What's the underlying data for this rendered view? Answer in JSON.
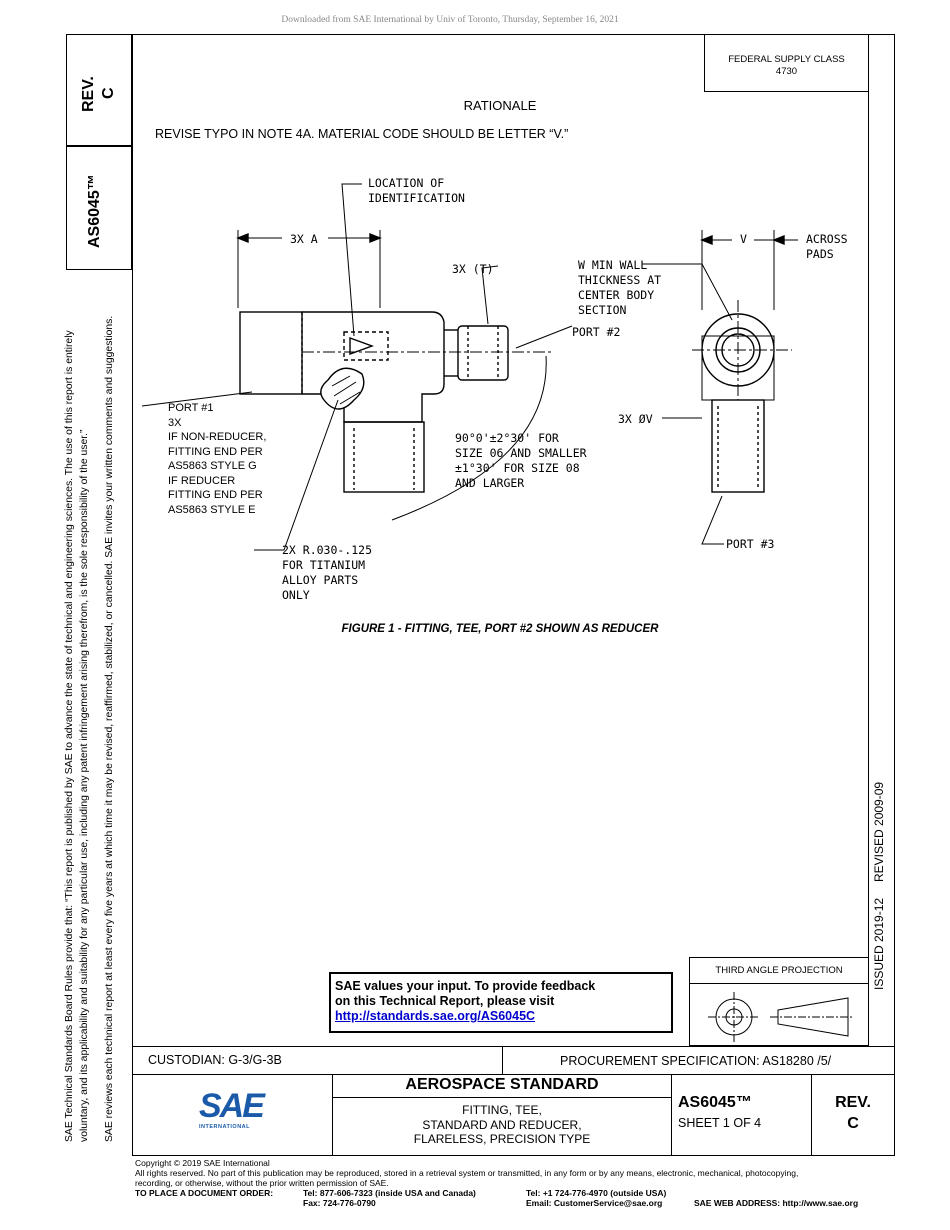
{
  "download_notice": "Downloaded from SAE International by Univ of Toronto, Thursday, September 16, 2021",
  "left_margin": {
    "rev_label": "REV.",
    "rev_value": "C",
    "doc_number": "AS6045™",
    "legal_line1": "SAE Technical Standards Board Rules provide that: “This report is published by SAE to advance the state of technical and engineering sciences. The use of this report is entirely",
    "legal_line2": "voluntary, and its applicability and suitability for any particular use, including any patent infringement arising therefrom, is the sole responsibility of the user.”",
    "legal_line3": "SAE reviews each technical report at least every five years at which time it may be revised, reaffirmed, stabilized, or cancelled. SAE invites your written comments and suggestions."
  },
  "header": {
    "federal_supply_class_label": "FEDERAL SUPPLY CLASS",
    "federal_supply_class_value": "4730"
  },
  "rationale": {
    "title": "RATIONALE",
    "text": "REVISE TYPO IN NOTE 4A. MATERIAL CODE SHOULD BE LETTER “V.”"
  },
  "drawing": {
    "location_id": [
      "LOCATION OF",
      "IDENTIFICATION"
    ],
    "dim_a": "3X A",
    "dim_t": "3X (T)",
    "wall": [
      "W MIN WALL",
      "THICKNESS AT",
      "CENTER BODY",
      "SECTION"
    ],
    "dim_v": "V",
    "across_pads": [
      "ACROSS",
      "PADS"
    ],
    "port2": "PORT #2",
    "port1": [
      "PORT #1",
      "3X",
      "IF NON-REDUCER,",
      "FITTING END PER",
      "AS5863 STYLE G",
      "IF REDUCER",
      "FITTING END PER",
      "AS5863 STYLE E"
    ],
    "dim_phiv": "3X ØV",
    "angle": [
      "90°0'±2°30' FOR",
      "SIZE 06 AND SMALLER",
      "±1°30' FOR SIZE 08",
      "AND LARGER"
    ],
    "port3": "PORT #3",
    "radius": [
      "2X R.030-.125",
      "FOR TITANIUM",
      "ALLOY PARTS",
      "ONLY"
    ]
  },
  "figure_caption": "FIGURE 1 - FITTING, TEE, PORT #2 SHOWN AS REDUCER",
  "right_strip": {
    "issued": "ISSUED 2019-12",
    "revised": "REVISED 2009-09"
  },
  "feedback": {
    "line1": "SAE values your input. To provide feedback",
    "line2": "on this Technical Report, please visit",
    "link": "http://standards.sae.org/AS6045C"
  },
  "projection": {
    "label": "THIRD ANGLE PROJECTION"
  },
  "title_block": {
    "custodian": "CUSTODIAN: G-3/G-3B",
    "procurement": "PROCUREMENT SPECIFICATION: AS18280 /5/",
    "logo_text": "SAE",
    "logo_sub": "INTERNATIONAL",
    "standard_type": "AEROSPACE STANDARD",
    "title_line1": "FITTING, TEE,",
    "title_line2": "STANDARD AND REDUCER,",
    "title_line3": "FLARELESS, PRECISION TYPE",
    "doc_number": "AS6045™",
    "sheet": "SHEET 1 OF 4",
    "rev_label": "REV.",
    "rev_value": "C"
  },
  "footer": {
    "copyright": "Copyright © 2019 SAE International",
    "rights1": "All rights reserved. No part of this publication may be reproduced, stored in a retrieval system or transmitted, in any form or by any means, electronic, mechanical, photocopying,",
    "rights2": "recording, or otherwise, without the prior written permission of SAE.",
    "order_label": "TO PLACE A DOCUMENT ORDER:",
    "tel1": "Tel: 877-606-7323 (inside USA and Canada)",
    "fax": "Fax: 724-776-0790",
    "tel2": "Tel: +1 724-776-4970 (outside USA)",
    "email": "Email: CustomerService@sae.org",
    "web": "SAE WEB ADDRESS: http://www.sae.org"
  }
}
